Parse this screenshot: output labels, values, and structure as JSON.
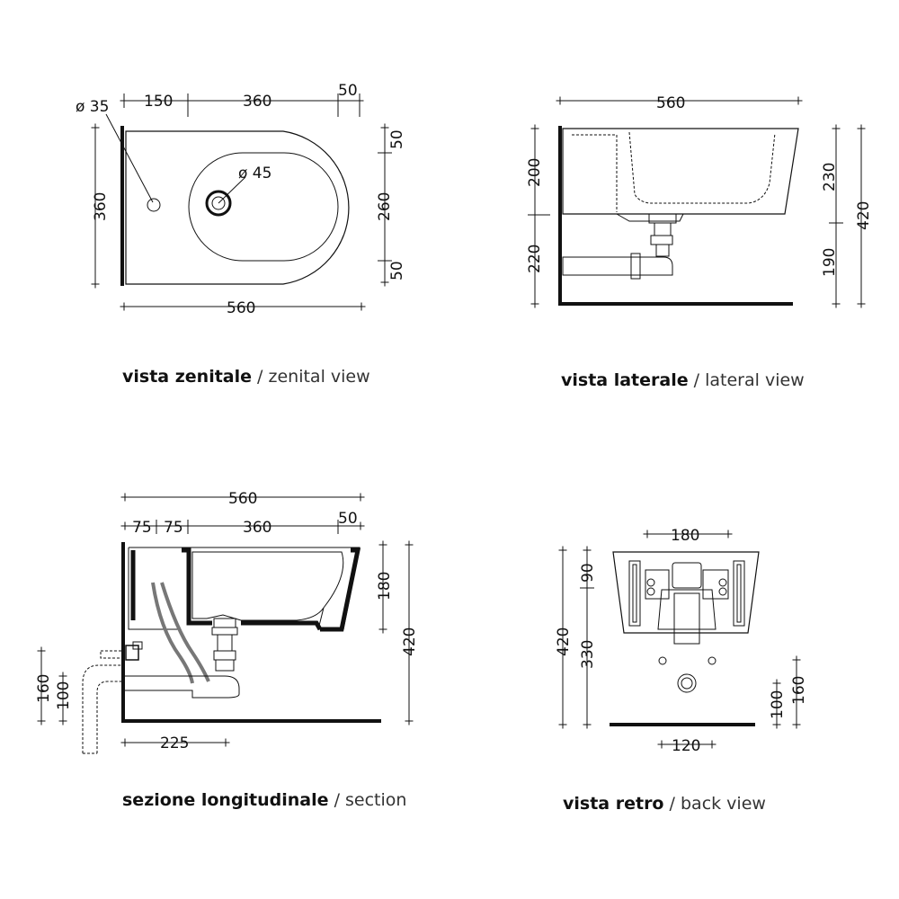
{
  "views": {
    "top": {
      "caption_it": "vista zenitale",
      "caption_sep": " / ",
      "caption_en": "zenital view",
      "dims": {
        "hole_diameter": "ø 35",
        "drain_diameter": "ø 45",
        "top_150": "150",
        "top_360": "360",
        "top_50": "50",
        "left_360": "360",
        "right_50_top": "50",
        "right_260": "260",
        "right_50_bottom": "50",
        "bottom_560": "560"
      }
    },
    "lateral": {
      "caption_it": "vista laterale",
      "caption_sep": " / ",
      "caption_en": "lateral view",
      "dims": {
        "top_560": "560",
        "left_200": "200",
        "left_220": "220",
        "right_230": "230",
        "right_190": "190",
        "right_420": "420"
      }
    },
    "section": {
      "caption_it": "sezione longitudinale",
      "caption_sep": " / ",
      "caption_en": "section",
      "dims": {
        "top_560": "560",
        "a_75": "75",
        "b_75": "75",
        "c_360": "360",
        "d_50": "50",
        "right_180": "180",
        "right_420": "420",
        "left_160": "160",
        "left_100": "100",
        "bottom_225": "225"
      }
    },
    "back": {
      "caption_it": "vista retro",
      "caption_sep": " / ",
      "caption_en": "back view",
      "dims": {
        "top_180": "180",
        "left_420": "420",
        "left_90": "90",
        "left_330": "330",
        "right_100": "100",
        "right_160": "160",
        "bottom_120": "120"
      }
    }
  }
}
